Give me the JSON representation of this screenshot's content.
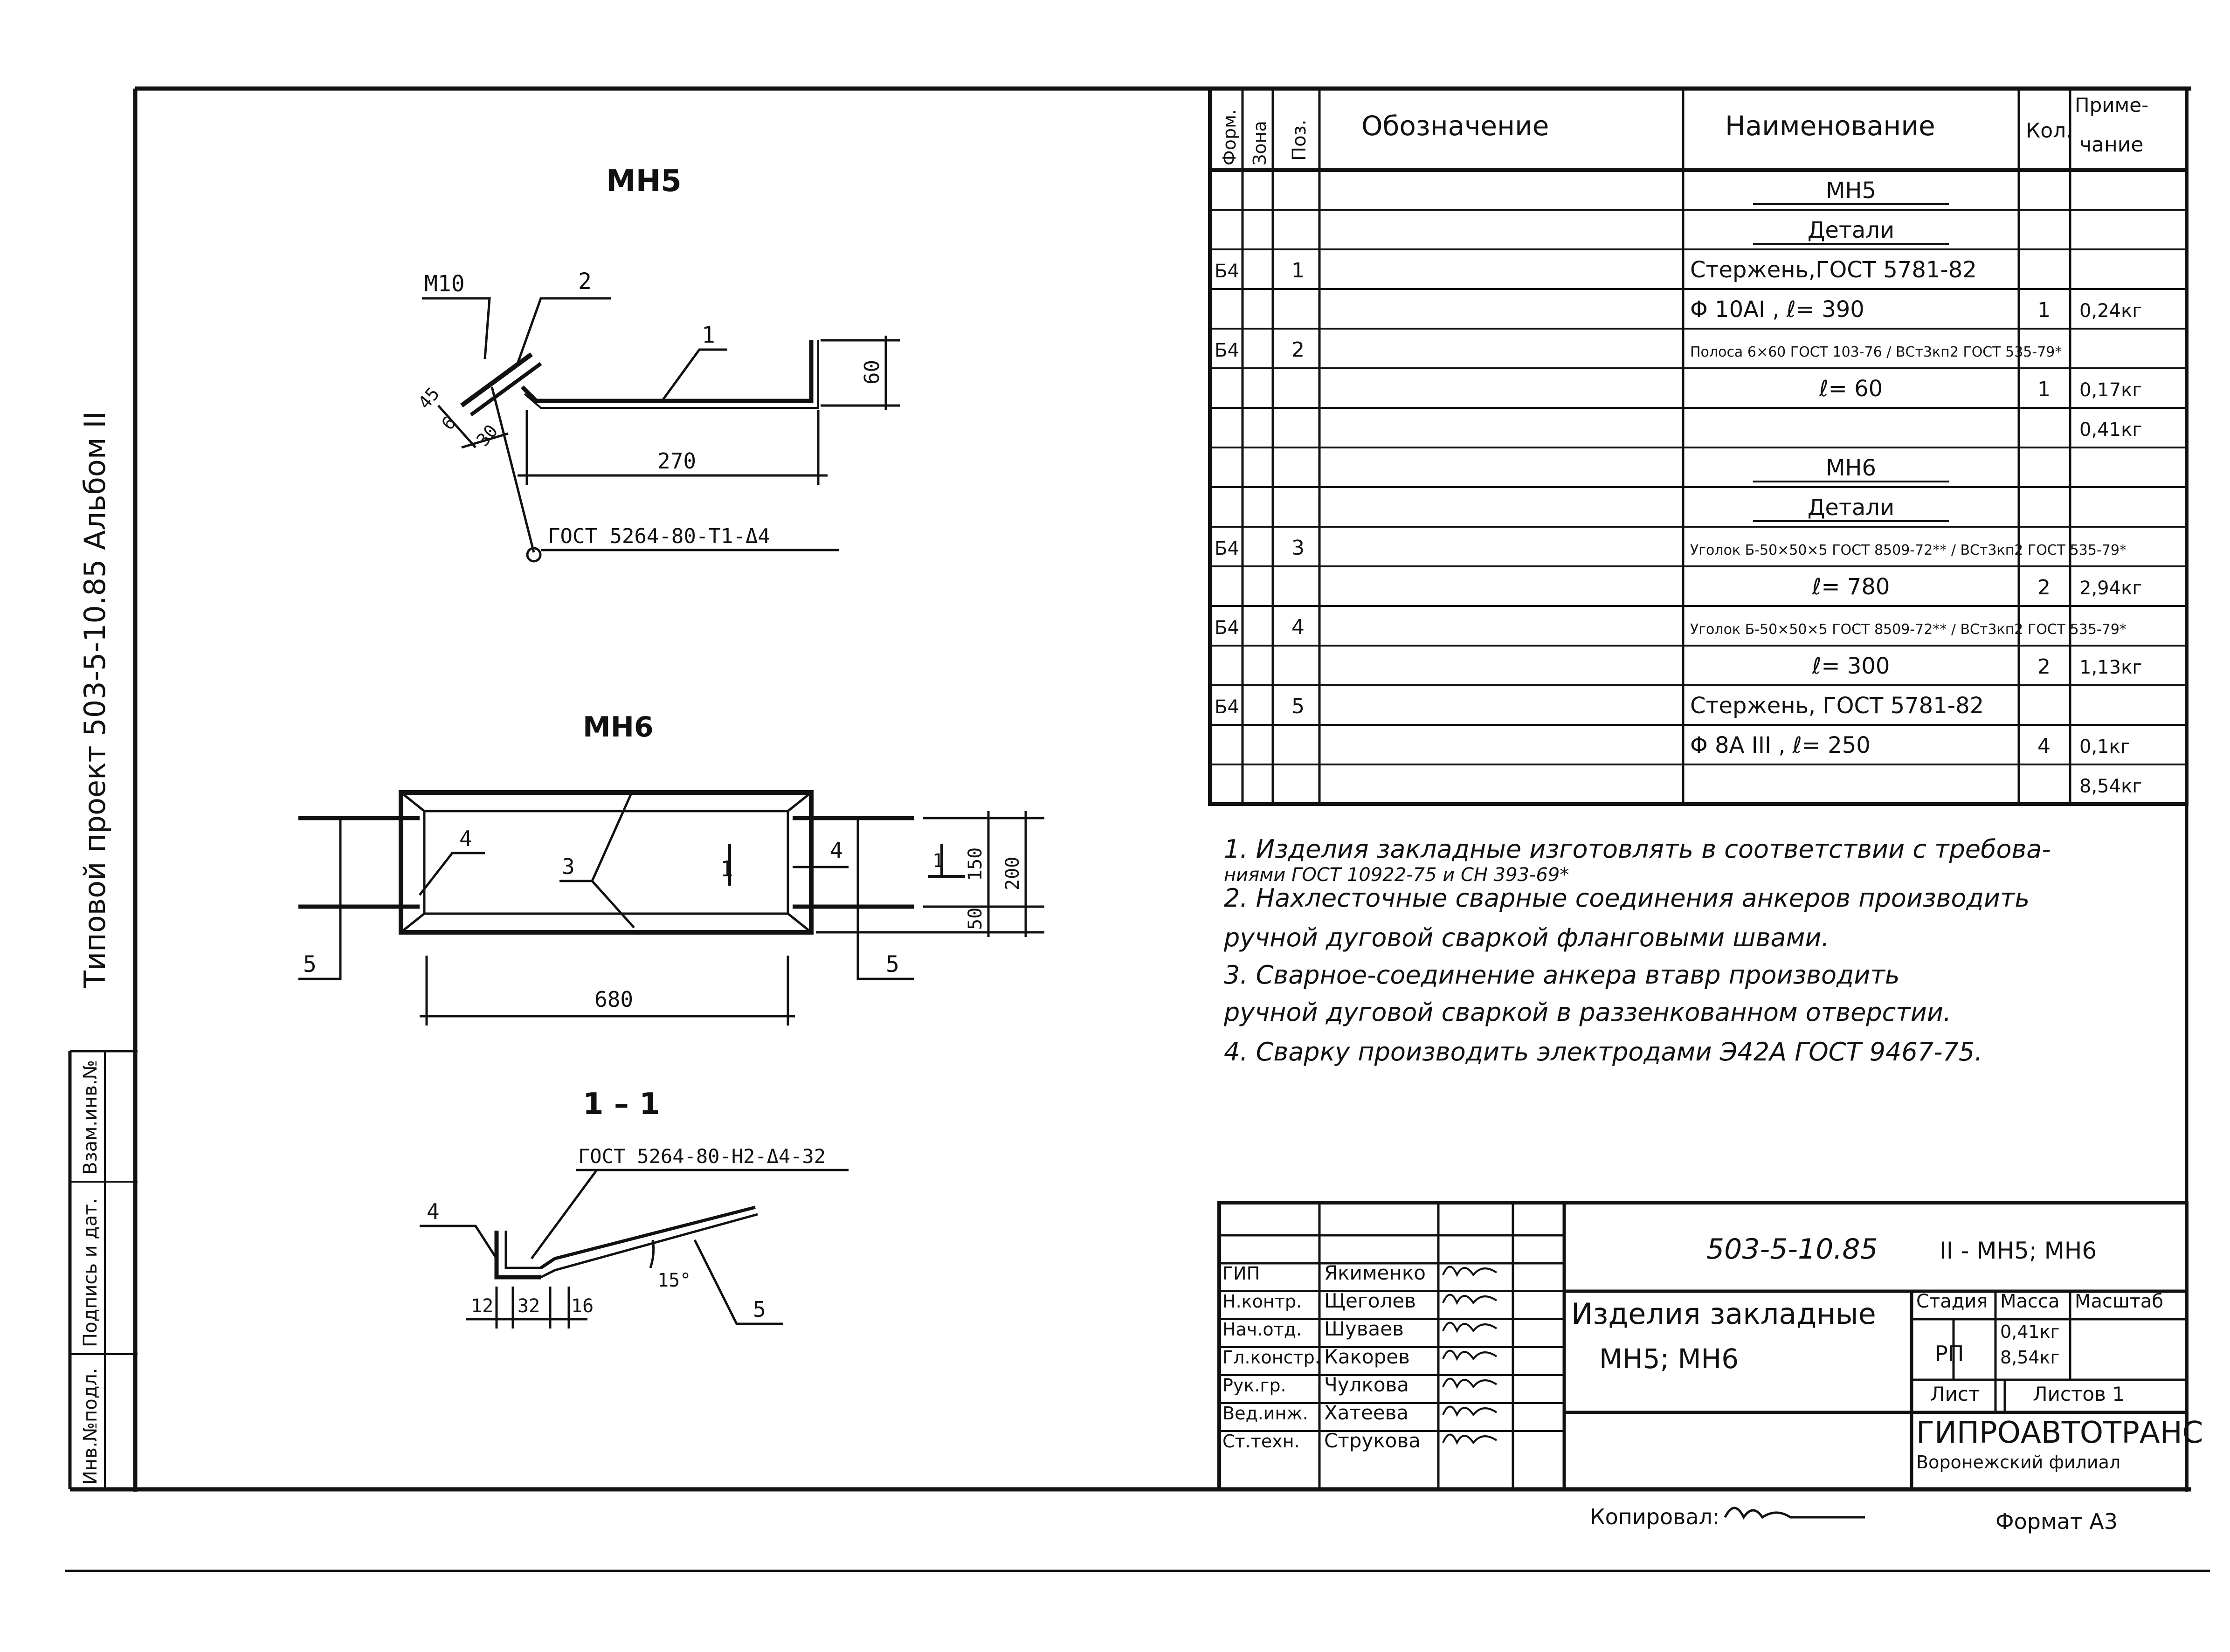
{
  "side_stamp": {
    "line1": "Типовой   проект   503-5-10.85   Альбом II",
    "cells": [
      "Инв.№подл.",
      "Подпись и дат.",
      "Взам.инв.№"
    ]
  },
  "views": {
    "mh5": {
      "title": "МН5",
      "leader_m10": "М10",
      "leader_2": "2",
      "leader_1": "1",
      "dim_60": "60",
      "dim_270": "270",
      "dim_45": "45",
      "dim_6": "6",
      "dim_30": "30",
      "weld_note": "ГОСТ 5264-80-Т1-Δ4"
    },
    "mh6": {
      "title": "МН6",
      "leader_4_left": "4",
      "leader_3": "3",
      "section_mark": "1",
      "leader_4_right": "4",
      "section_mark_right": "1",
      "dim_150": "150",
      "dim_200": "200",
      "dim_50": "50",
      "label_5_left": "5",
      "label_5_right": "5",
      "dim_680": "680"
    },
    "section": {
      "title": "1 – 1",
      "weld_note": "ГОСТ 5264-80-Н2-Δ4-32",
      "leader_4": "4",
      "leader_5": "5",
      "angle": "15°",
      "dim_12": "12",
      "dim_32": "32",
      "dim_16": "16"
    }
  },
  "spec_table": {
    "headers": {
      "format": "Форм.",
      "zone": "Зона",
      "pos": "Поз.",
      "designation": "Обозначение",
      "name": "Наименование",
      "qty": "Кол.",
      "note_line1": "Приме-",
      "note_line2": "чание"
    },
    "rows": [
      {
        "fmt": "",
        "pos": "",
        "name": "МН5",
        "qty": "",
        "note": "",
        "style": "center-underline"
      },
      {
        "fmt": "",
        "pos": "",
        "name": "Детали",
        "qty": "",
        "note": "",
        "style": "center-underline"
      },
      {
        "fmt": "Б4",
        "pos": "1",
        "name": "Стержень,ГОСТ 5781-82",
        "qty": "",
        "note": "",
        "style": "left"
      },
      {
        "fmt": "",
        "pos": "",
        "name": "Φ 10AI ,        ℓ= 390",
        "qty": "1",
        "note": "0,24кг",
        "style": "left"
      },
      {
        "fmt": "Б4",
        "pos": "2",
        "name": "Полоса 6×60 ГОСТ 103-76 / ВСт3кп2 ГОСТ 535-79*",
        "qty": "",
        "note": "",
        "style": "small"
      },
      {
        "fmt": "",
        "pos": "",
        "name": "ℓ= 60",
        "qty": "1",
        "note": "0,17кг",
        "style": "center"
      },
      {
        "fmt": "",
        "pos": "",
        "name": "",
        "qty": "",
        "note": "0,41кг",
        "style": "left"
      },
      {
        "fmt": "",
        "pos": "",
        "name": "МН6",
        "qty": "",
        "note": "",
        "style": "center-underline"
      },
      {
        "fmt": "",
        "pos": "",
        "name": "Детали",
        "qty": "",
        "note": "",
        "style": "center-underline"
      },
      {
        "fmt": "Б4",
        "pos": "3",
        "name": "Уголок Б-50×50×5 ГОСТ 8509-72** / ВСт3кп2 ГОСТ 535-79*",
        "qty": "",
        "note": "",
        "style": "small"
      },
      {
        "fmt": "",
        "pos": "",
        "name": "ℓ= 780",
        "qty": "2",
        "note": "2,94кг",
        "style": "center"
      },
      {
        "fmt": "Б4",
        "pos": "4",
        "name": "Уголок Б-50×50×5 ГОСТ 8509-72** / ВСт3кп2 ГОСТ 535-79*",
        "qty": "",
        "note": "",
        "style": "small"
      },
      {
        "fmt": "",
        "pos": "",
        "name": "ℓ= 300",
        "qty": "2",
        "note": "1,13кг",
        "style": "center"
      },
      {
        "fmt": "Б4",
        "pos": "5",
        "name": "Стержень, ГОСТ 5781-82",
        "qty": "",
        "note": "",
        "style": "left"
      },
      {
        "fmt": "",
        "pos": "",
        "name": "Φ 8A III ,   ℓ= 250",
        "qty": "4",
        "note": "0,1кг",
        "style": "left"
      },
      {
        "fmt": "",
        "pos": "",
        "name": "",
        "qty": "",
        "note": "8,54кг",
        "style": "left"
      }
    ]
  },
  "notes": [
    "1. Изделия закладные изготовлять в соответствии с требова-",
    "    ниями ГОСТ 10922-75 и СН 393-69*",
    "2. Нахлесточные сварные соединения анкеров производить",
    "    ручной дуговой сваркой фланговыми швами.",
    "3. Сварное-соединение анкера втавр  производить",
    "    ручной дуговой сваркой в раззенкованном отверстии.",
    "4. Сварку производить электродами Э42А ГОСТ 9467-75."
  ],
  "title_block": {
    "doc_code": "503-5-10.85",
    "sheet_ref": "II - МН5; МН6",
    "title_line1": "Изделия закладные",
    "title_line2": "МН5; МН6",
    "signers": [
      {
        "role": "ГИП",
        "name": "Якименко"
      },
      {
        "role": "Н.контр.",
        "name": "Щеголев"
      },
      {
        "role": "Нач.отд.",
        "name": "Шуваев"
      },
      {
        "role": "Гл.констр.",
        "name": "Какорев"
      },
      {
        "role": "Рук.гр.",
        "name": "Чулкова"
      },
      {
        "role": "Вед.инж.",
        "name": "Хатеева"
      },
      {
        "role": "Ст.техн.",
        "name": "Струкова"
      }
    ],
    "stage_label": "Стадия",
    "mass_label": "Масса",
    "scale_label": "Масштаб",
    "stage": "РП",
    "mass_1": "0,41кг",
    "mass_2": "8,54кг",
    "sheet_label": "Лист",
    "sheets_label": "Листов 1",
    "org_line1": "ГИПРОАВТОТРАНС",
    "org_line2": "Воронежский филиал"
  },
  "footer": {
    "copied": "Копировал:",
    "format": "Формат А3"
  }
}
